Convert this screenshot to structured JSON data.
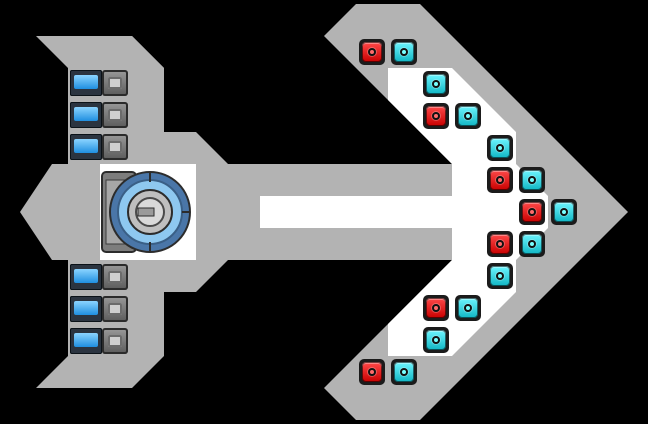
{
  "scene": {
    "type": "top-down spaceship hull",
    "background": "#000000",
    "hull_color": "#b3b3b3",
    "deck_color": "#ffffff"
  },
  "cargo_tiles": [
    {
      "color": "red"
    },
    {
      "color": "cyan"
    },
    {
      "color": "cyan"
    },
    {
      "color": "red"
    },
    {
      "color": "cyan"
    },
    {
      "color": "cyan"
    },
    {
      "color": "red"
    },
    {
      "color": "cyan"
    },
    {
      "color": "red"
    },
    {
      "color": "cyan"
    },
    {
      "color": "red"
    },
    {
      "color": "cyan"
    },
    {
      "color": "cyan"
    },
    {
      "color": "red"
    },
    {
      "color": "cyan"
    },
    {
      "color": "cyan"
    },
    {
      "color": "red"
    },
    {
      "color": "cyan"
    }
  ],
  "thrusters": [
    {
      "side": "top"
    },
    {
      "side": "top"
    },
    {
      "side": "top"
    },
    {
      "side": "bottom"
    },
    {
      "side": "bottom"
    },
    {
      "side": "bottom"
    }
  ],
  "colors": {
    "red_tile": "#e00000",
    "cyan_tile": "#1ccfdb",
    "thruster_glow": "#3aa8f0",
    "reactor_glass": "#8ec8f0"
  }
}
